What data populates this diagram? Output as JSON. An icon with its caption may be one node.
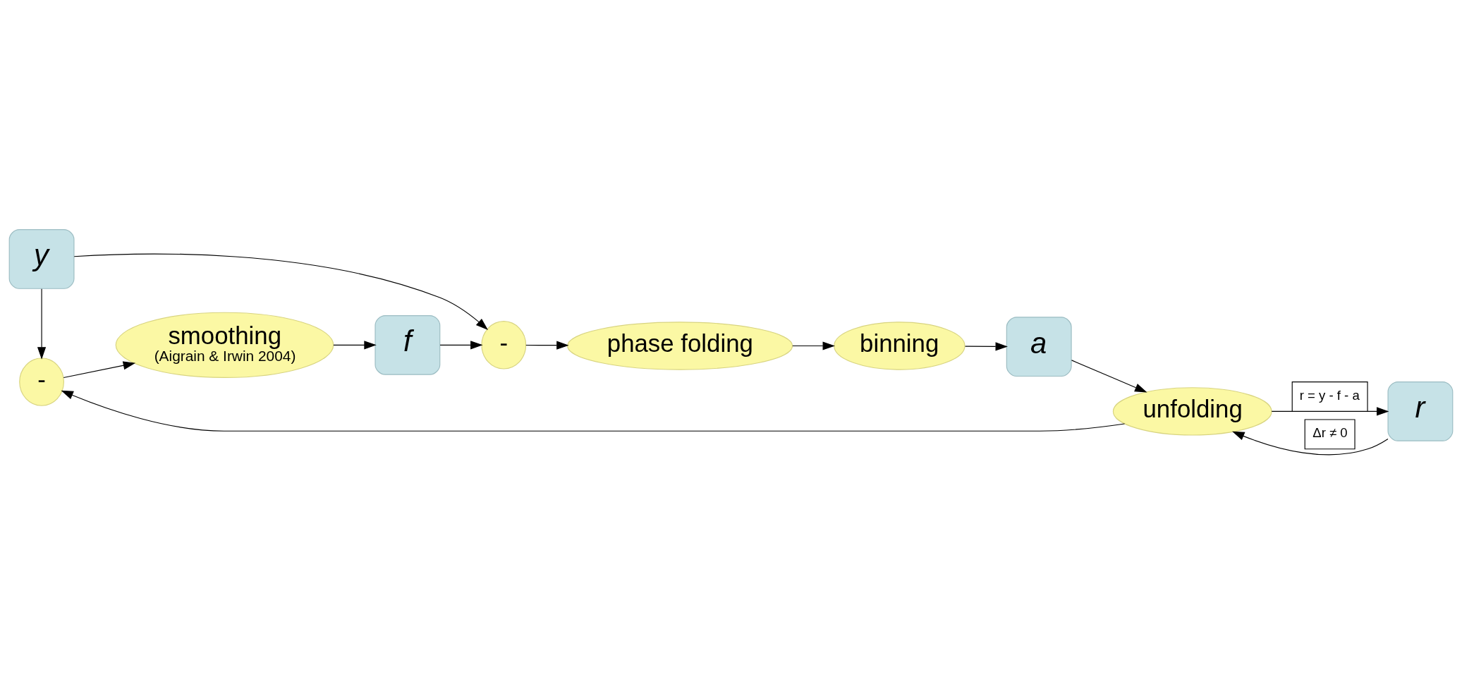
{
  "diagram": {
    "nodes": [
      {
        "text": [
          "y"
        ]
      },
      {
        "text": [
          "-"
        ]
      },
      {
        "text": [
          "phase folding"
        ]
      },
      {
        "text": [
          "binning"
        ]
      },
      {
        "text": [
          "a"
        ]
      },
      {
        "text": [
          "-"
        ]
      },
      {
        "text": [
          "smoothing",
          "(Aigrain & Irwin 2004)"
        ]
      },
      {
        "text": [
          "f"
        ]
      },
      {
        "text": [
          "unfolding"
        ]
      },
      {
        "text": [
          "r"
        ]
      }
    ],
    "edges": [
      {
        "from": 0,
        "to": 1,
        "arrow": "to"
      },
      {
        "from": 1,
        "to": 2,
        "arrow": "to"
      },
      {
        "from": 2,
        "to": 3,
        "arrow": "to"
      },
      {
        "from": 3,
        "to": 4,
        "arrow": "to"
      },
      {
        "from": 0,
        "to": 5,
        "arrow": "to"
      },
      {
        "from": 5,
        "to": 6,
        "arrow": "to"
      },
      {
        "from": 6,
        "to": 7,
        "arrow": "to"
      },
      {
        "from": 7,
        "to": 1,
        "arrow": "to"
      },
      {
        "from": 4,
        "to": 8,
        "arrow": "to"
      },
      {
        "from": 8,
        "to": 9,
        "arrow": "to",
        "label": "r = y - f - a"
      },
      {
        "from": 9,
        "to": 8,
        "arrow": "to",
        "label": "Δr ≠ 0"
      },
      {
        "from": 8,
        "to": 5,
        "arrow": "to"
      }
    ]
  }
}
